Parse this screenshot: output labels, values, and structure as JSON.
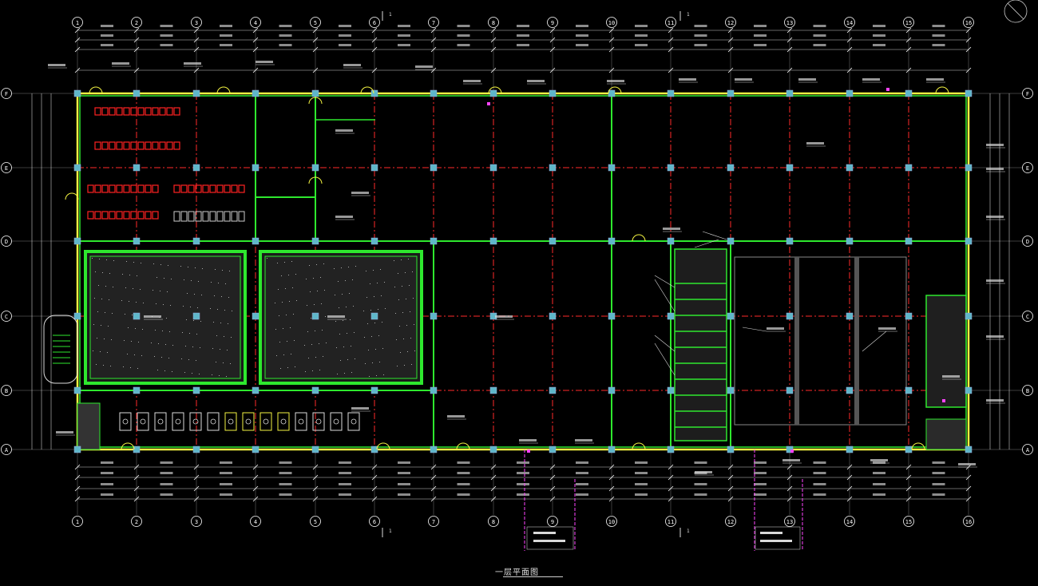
{
  "drawing": {
    "title": "一层平面图",
    "column_axes": [
      "1",
      "2",
      "3",
      "4",
      "5",
      "6",
      "7",
      "8",
      "9",
      "10",
      "11",
      "12",
      "13",
      "14",
      "15",
      "16"
    ],
    "row_axes": [
      "F",
      "E",
      "D",
      "C",
      "B",
      "A"
    ],
    "section_marks": [
      "1",
      "1",
      "1",
      "1"
    ],
    "north_symbol": "north-arrow",
    "colors": {
      "background": "#000000",
      "grid_axis": "#ff2a2a",
      "dimension": "#ffffff",
      "wall": "#2ee82e",
      "wall_outer": "#f5f542",
      "column": "#5fb7c9",
      "equipment_red": "#ff2222",
      "annotation": "#d9d9d9",
      "axis_bubble": "#00c8ff",
      "highlight": "#ff44ff"
    }
  }
}
